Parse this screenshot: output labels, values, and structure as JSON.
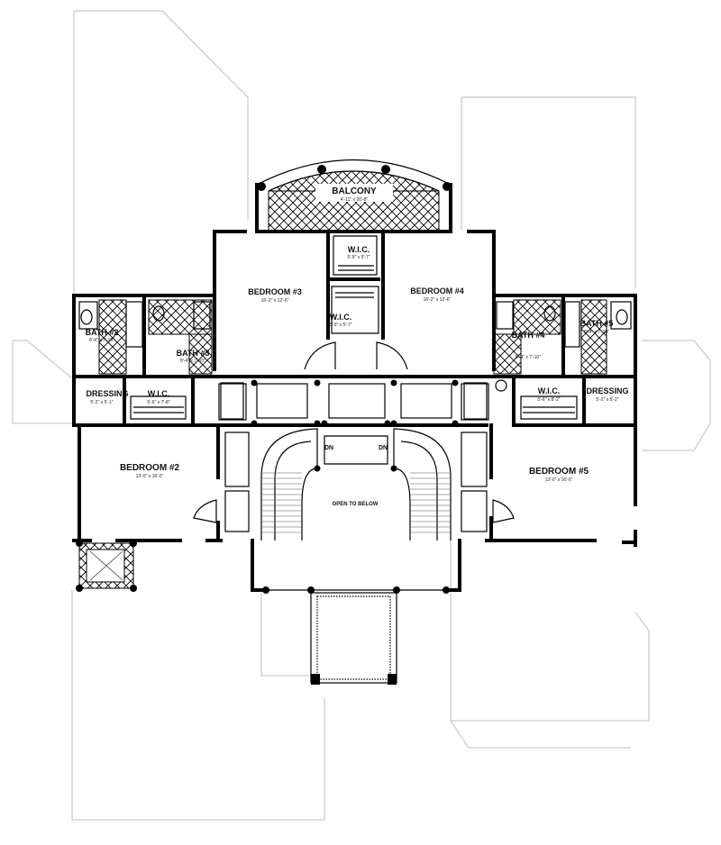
{
  "plan": {
    "balcony": {
      "name": "BALCONY",
      "size": "4'-11\" x 20'-8\""
    },
    "wic_top": {
      "name": "W.I.C.",
      "size": "5'-9\" x 5'-7\""
    },
    "wic_mid": {
      "name": "W.I.C.",
      "size": "5'-9\" x 5'-7\""
    },
    "bedroom3": {
      "name": "BEDROOM #3",
      "size": "16'-2\" x 12'-6\""
    },
    "bedroom4": {
      "name": "BEDROOM #4",
      "size": "16'-2\" x 12'-6\""
    },
    "bath2": {
      "name": "BATH #2",
      "size": "8'-4\" x 7'-10\""
    },
    "bath3": {
      "name": "BATH #3",
      "size": "8'-4\" x 7'-10\""
    },
    "bath4": {
      "name": "BATH #4",
      "size": "8'-4\" x 7'-10\""
    },
    "bath5": {
      "name": "BATH #5",
      "size": "8'-4\" x 7'-10\""
    },
    "dressing_left": {
      "name": "DRESSING",
      "size": "5'-2\" x 5'-1\""
    },
    "wic_left": {
      "name": "W.I.C.",
      "size": "5'-6\" x 7'-8\""
    },
    "wic_right": {
      "name": "W.I.C.",
      "size": "5'-6\" x 8'-2\""
    },
    "dressing_right": {
      "name": "DRESSING",
      "size": "5'-2\" x 5'-2\""
    },
    "bedroom2": {
      "name": "BEDROOM #2",
      "size": "13'-0\" x 16'-0\""
    },
    "bedroom5": {
      "name": "BEDROOM #5",
      "size": "13'-0\" x 16'-0\""
    },
    "stair_dn_left": "DN",
    "stair_dn_right": "DN",
    "open_to_below": "OPEN TO BELOW"
  }
}
